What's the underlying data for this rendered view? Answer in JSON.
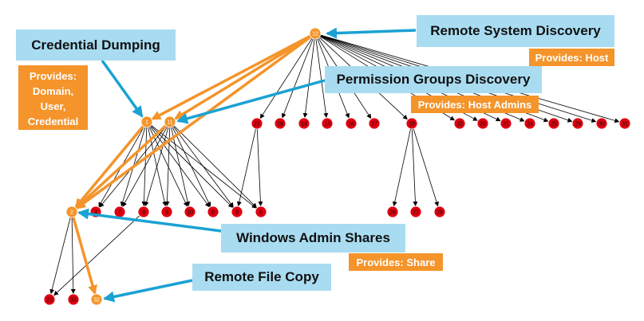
{
  "colors": {
    "edge": "#000000",
    "highlight": "#f4942a",
    "node_red": "#e0000f",
    "node_orange": "#f4942a",
    "callout_bg": "#a9dcf1",
    "callout_arrow": "#1aa2d3",
    "provides_bg": "#f4942a"
  },
  "nodes": {
    "n12": "12",
    "n1": "1",
    "n11": "11",
    "n2": "2",
    "n32": "32",
    "n22": "22",
    "n18": "18",
    "n14": "14",
    "n13": "13",
    "n16": "16",
    "n17": "17",
    "n19": "19",
    "n15": "15",
    "n20": "20",
    "n21": "21",
    "n24": "24",
    "n25": "25",
    "n29": "29",
    "n30": "30",
    "n31": "31",
    "n4": "4",
    "n7": "7",
    "n3": "3",
    "n5": "5",
    "n10": "10",
    "n8": "8",
    "n9": "9",
    "n6": "6",
    "n26": "26",
    "n27": "27",
    "n28": "28",
    "n23": "23",
    "n33": "33"
  },
  "callouts": {
    "remote_system_discovery": {
      "title": "Remote System Discovery",
      "provides": "Provides: Host"
    },
    "credential_dumping": {
      "title": "Credential Dumping",
      "provides_lines": [
        "Provides:",
        "Domain,",
        "User,",
        "Credential"
      ]
    },
    "permission_groups_discovery": {
      "title": "Permission Groups Discovery",
      "provides": "Provides: Host Admins"
    },
    "windows_admin_shares": {
      "title": "Windows Admin Shares",
      "provides": "Provides: Share"
    },
    "remote_file_copy": {
      "title": "Remote File Copy"
    }
  }
}
